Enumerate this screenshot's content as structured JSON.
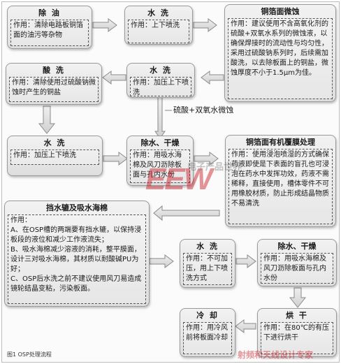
{
  "steps": {
    "degrease": {
      "title": "除 油",
      "desc": "作用：清除电路板铜箔面的油污等杂物"
    },
    "wash1": {
      "title": "水 洗",
      "desc": "作用：上下喷洗"
    },
    "microetch": {
      "title": "铜箔面微蚀",
      "desc": "作用：建议使用不含高氧化剂的硫酸+双氧水系列的微蚀液，以确保焊接时的流动性与均匀性，采用过硫酸钠系列时，后续需加酸洗，以去除板面上的铜盐，微蚀厚度不小于1.5μm为佳。"
    },
    "pickle": {
      "title": "酸 洗",
      "desc": "作用：清除使用过硫酸钠微蚀时产生的铜盐"
    },
    "wash2": {
      "title": "水 洗",
      "desc": "作用：加压上下喷洗"
    },
    "wash3": {
      "title": "水 洗",
      "desc": "作用：加压上下喷洗"
    },
    "dewater1": {
      "title": "除水、干燥",
      "desc": "作用：用吸水海棉及风刀沥除板面与孔内水份"
    },
    "organic": {
      "title": "铜箔面有机覆膜处理",
      "desc": "作用：使用浸泡喷湿的方式确保药液即使是下表面的盲孔也可浸泡在药水中发挥功效，药液不需稀释，直接使用，槽体零件不可用橡胶材质，防止形成结晶物质不易清洗"
    },
    "squeegee": {
      "title": "挡水辘及吸水海棉",
      "lines": [
        "作用：",
        "A、在OSP槽的两端要有挡水辘，以保持浸板段的液位和减少工作液流失；",
        "B、吸水海棉减少溶液的消耗，整平膜面，设计三对吸水海棉，其材质以耐酸碱PU为好；",
        "C、OSP后水洗之前不建议使用风刀易造成镜轮结晶变粘，污染板面。"
      ]
    },
    "wash4": {
      "title": "水 洗",
      "desc": "作用：不可加压，用上下喷洗方式"
    },
    "dewater2": {
      "title": "除水、干燥",
      "desc": "作用：用吸水海棉及风刀沥除板面与孔内水份"
    },
    "cool": {
      "title": "冷 却",
      "desc": "作用：用冷风前将板面冷却"
    },
    "dry": {
      "title": "烘 干",
      "desc": "作用：在80℃的有压下进行烘干"
    }
  },
  "branch_label": "硫酸+双氧水微蚀",
  "caption": "图1 OSP处理流程",
  "watermark": {
    "logo": "EEW",
    "sub": "电子产品世界",
    "bottom": "射频和天线设计专家"
  }
}
